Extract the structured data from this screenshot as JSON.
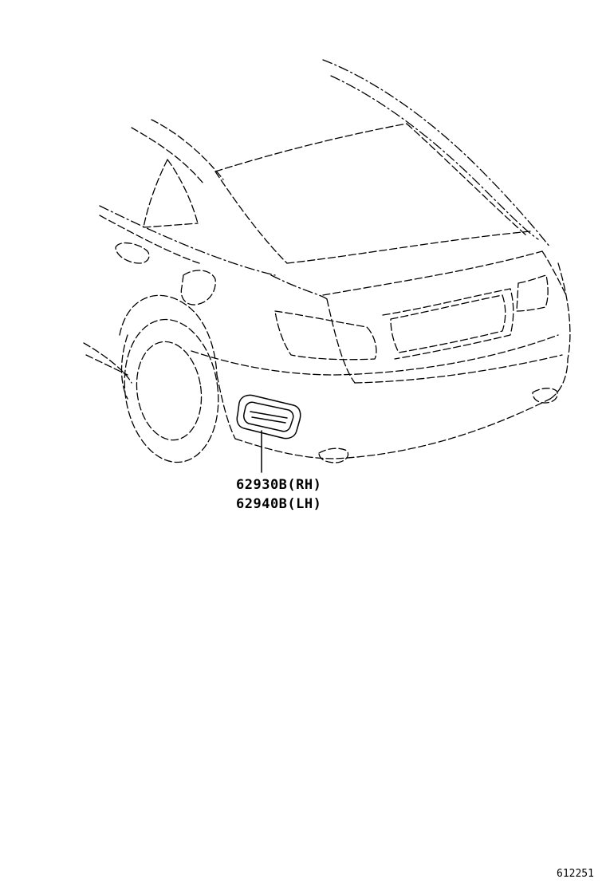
{
  "parts": [
    {
      "number": "62930B",
      "side": "(RH)"
    },
    {
      "number": "62940B",
      "side": "(LH)"
    }
  ],
  "illustration_id": "612251"
}
